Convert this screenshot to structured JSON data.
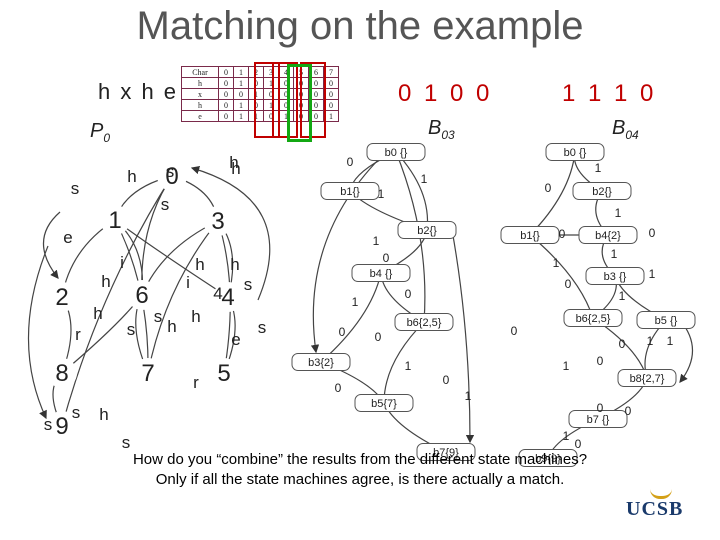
{
  "title": "Matching on the example",
  "pattern": "h x h e",
  "char_table": {
    "header": [
      "Char",
      "0",
      "1",
      "2",
      "3",
      "4",
      "5",
      "6",
      "7"
    ],
    "rows": [
      [
        "h",
        "0",
        "1",
        "0",
        "1",
        "0",
        "0",
        "0",
        "0"
      ],
      [
        "x",
        "0",
        "0",
        "1",
        "0",
        "0",
        "0",
        "0",
        "0"
      ],
      [
        "h",
        "0",
        "1",
        "0",
        "1",
        "0",
        "0",
        "0",
        "0"
      ],
      [
        "e",
        "0",
        "1",
        "1",
        "0",
        "1",
        "0",
        "0",
        "1"
      ]
    ]
  },
  "bits_b03": "0 1 0 0",
  "bits_b04": "1 1 1 0",
  "labels": {
    "p0": "P",
    "p0_sub": "0",
    "b03": "B",
    "b03_sub": "03",
    "b04": "B",
    "b04_sub": "04"
  },
  "p0_states": [
    "0",
    "1",
    "2",
    "3",
    "4",
    "5",
    "6",
    "7",
    "8",
    "9"
  ],
  "p0_edge_labels": [
    "h",
    "s",
    "s",
    "h",
    "h",
    "e",
    "i",
    "s",
    "h",
    "h",
    "s",
    "r",
    "h",
    "s",
    "s",
    "h",
    "i",
    "h",
    "4",
    "h",
    "s",
    "r",
    "e",
    "s",
    "s",
    "h",
    "s"
  ],
  "b03_nodes": [
    "b0 {}",
    "b1{}",
    "b2{}",
    "b4 {}",
    "b6{2,5}",
    "b3{2}",
    "b5{7}",
    "b7{9}"
  ],
  "b03_edge_labels": [
    "0",
    "1",
    "1",
    "1",
    "0",
    "1",
    "0",
    "0",
    "0",
    "0",
    "1",
    "0",
    "1"
  ],
  "b04_nodes": [
    "b0 {}",
    "b2{}",
    "b1{}",
    "b4{2}",
    "b3 {}",
    "b6{2,5}",
    "b5 {}",
    "b8{2,7}",
    "b7 {}",
    "b9{9}"
  ],
  "b04_edge_labels": [
    "1",
    "0",
    "1",
    "0",
    "0",
    "1",
    "1",
    "1",
    "0",
    "1",
    "0",
    "0",
    "1",
    "1",
    "0",
    "1",
    "0",
    "1",
    "0",
    "0"
  ],
  "caption": [
    "How do you “combine” the results from the different state machines?",
    "Only if all the state machines agree, is there actually a match."
  ],
  "logo": "UCSB"
}
